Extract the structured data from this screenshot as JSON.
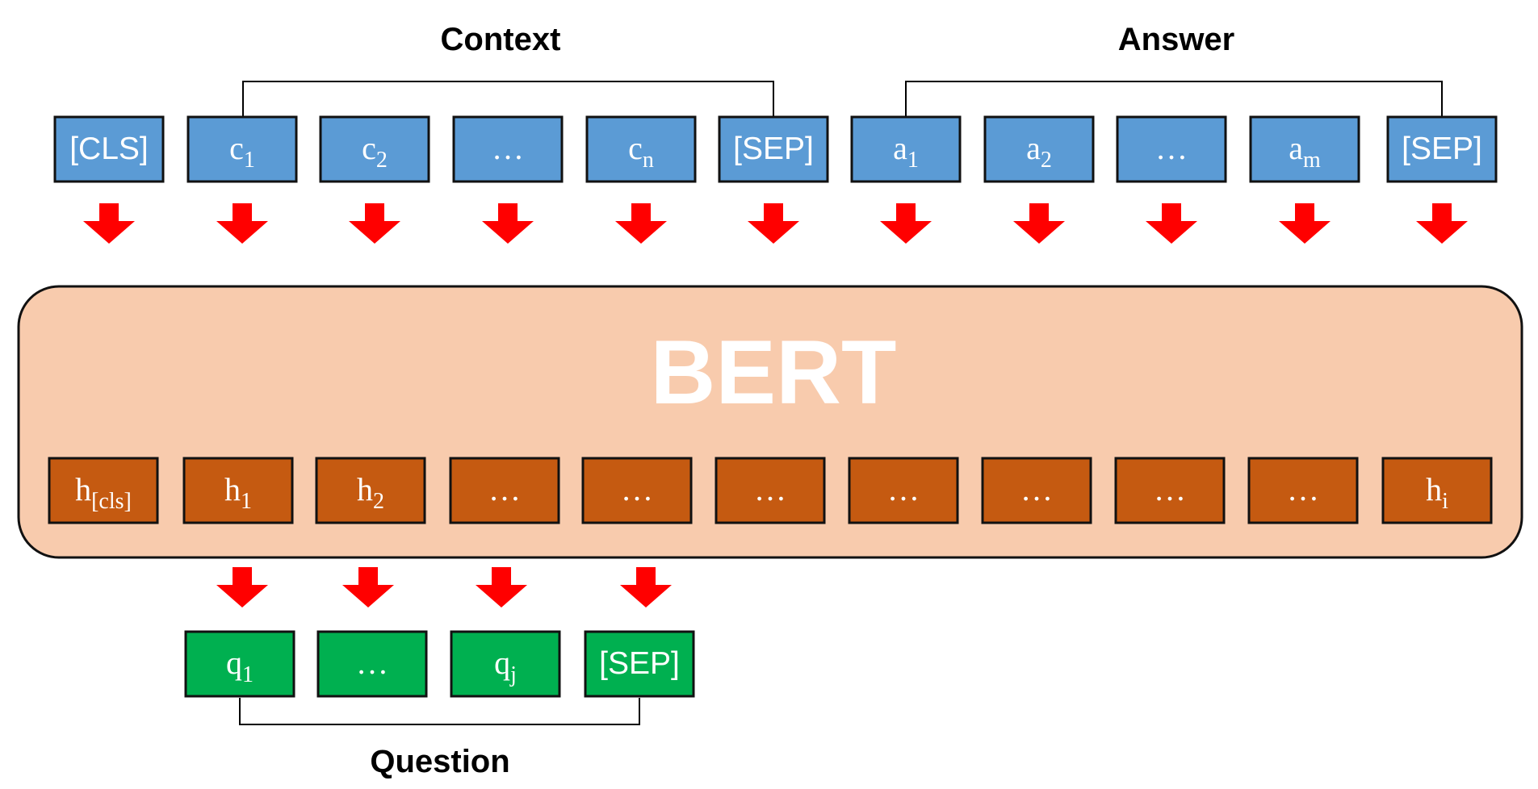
{
  "labels": {
    "context": "Context",
    "answer": "Answer",
    "question": "Question",
    "model": "BERT"
  },
  "colors": {
    "input_token": "#5B9BD5",
    "hidden_state": "#C55A11",
    "question_token": "#00B050",
    "model_block": "#F8CBAD",
    "arrow": "#FF0000"
  },
  "input_tokens": [
    {
      "base": "[CLS]",
      "sub": ""
    },
    {
      "base": "c",
      "sub": "1"
    },
    {
      "base": "c",
      "sub": "2"
    },
    {
      "base": "…",
      "sub": ""
    },
    {
      "base": "c",
      "sub": "n"
    },
    {
      "base": "[SEP]",
      "sub": ""
    },
    {
      "base": "a",
      "sub": "1"
    },
    {
      "base": "a",
      "sub": "2"
    },
    {
      "base": "…",
      "sub": ""
    },
    {
      "base": "a",
      "sub": "m"
    },
    {
      "base": "[SEP]",
      "sub": ""
    }
  ],
  "hidden_states": [
    {
      "base": "h",
      "sub": "[cls]"
    },
    {
      "base": "h",
      "sub": "1"
    },
    {
      "base": "h",
      "sub": "2"
    },
    {
      "base": "…",
      "sub": ""
    },
    {
      "base": "…",
      "sub": ""
    },
    {
      "base": "…",
      "sub": ""
    },
    {
      "base": "…",
      "sub": ""
    },
    {
      "base": "…",
      "sub": ""
    },
    {
      "base": "…",
      "sub": ""
    },
    {
      "base": "…",
      "sub": ""
    },
    {
      "base": "h",
      "sub": "i"
    }
  ],
  "question_tokens": [
    {
      "base": "q",
      "sub": "1"
    },
    {
      "base": "…",
      "sub": ""
    },
    {
      "base": "q",
      "sub": "j"
    },
    {
      "base": "[SEP]",
      "sub": ""
    }
  ]
}
